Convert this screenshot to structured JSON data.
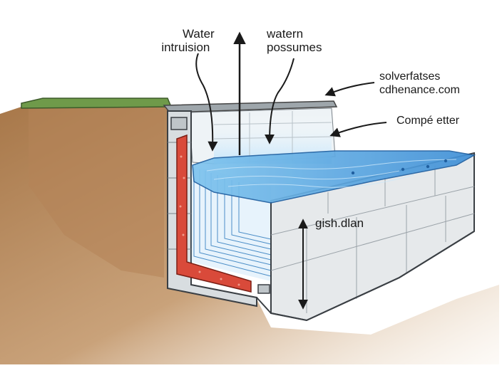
{
  "labels": {
    "water_intrusion": {
      "line1": "Water",
      "line2": "intruision"
    },
    "watern_possumes": {
      "line1": "watern",
      "line2": "possumes"
    },
    "solverfatses": {
      "line1": "solverfatses",
      "line2": "cdhenance.com"
    },
    "compe_etter": {
      "text": "Compé etter"
    },
    "gish_dlan": {
      "text": "gish.dlan"
    }
  },
  "colors": {
    "soil": "#c9a27a",
    "grass": "#6f9a4a",
    "concrete": "#d8dde0",
    "membrane": "#5aa6e0",
    "insulation_red": "#d94a3a",
    "ink": "#1a1a1a"
  }
}
